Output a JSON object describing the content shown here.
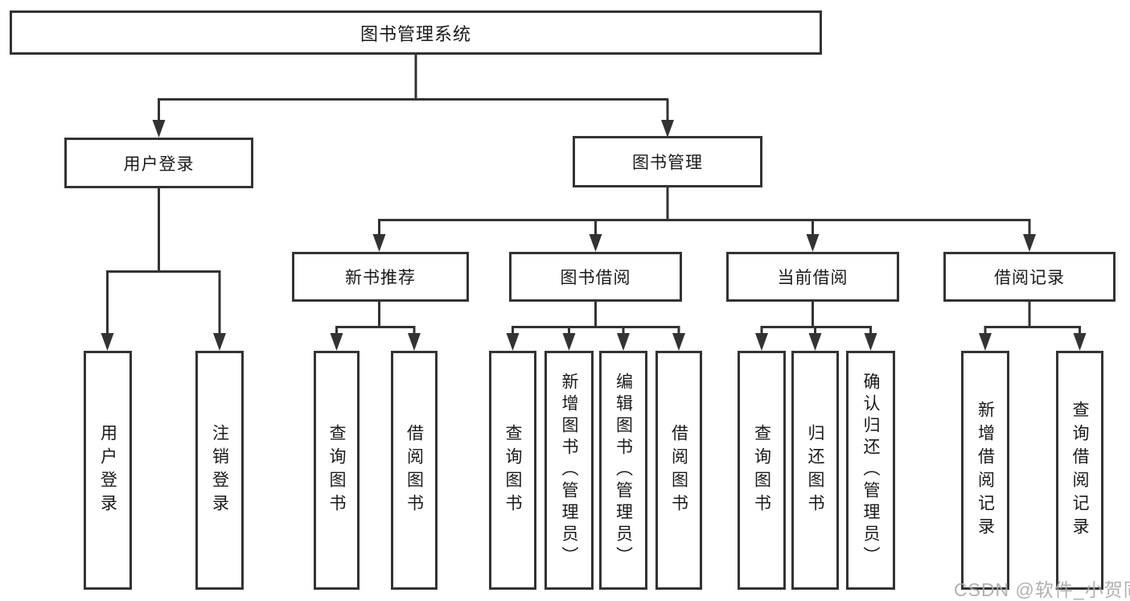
{
  "diagram_title": "图书管理系统",
  "tree": {
    "root": {
      "label": "图书管理系统"
    },
    "branches": [
      {
        "label": "用户登录",
        "children": [
          {
            "label": "用户登录"
          },
          {
            "label": "注销登录"
          }
        ]
      },
      {
        "label": "图书管理",
        "children": [
          {
            "label": "新书推荐",
            "children": [
              {
                "label": "查询图书"
              },
              {
                "label": "借阅图书"
              }
            ]
          },
          {
            "label": "图书借阅",
            "children": [
              {
                "label": "查询图书"
              },
              {
                "label": "新增图书（管理员）"
              },
              {
                "label": "编辑图书（管理员）"
              },
              {
                "label": "借阅图书"
              }
            ]
          },
          {
            "label": "当前借阅",
            "children": [
              {
                "label": "查询图书"
              },
              {
                "label": "归还图书"
              },
              {
                "label": "确认归还（管理员）"
              }
            ]
          },
          {
            "label": "借阅记录",
            "children": [
              {
                "label": "新增借阅记录"
              },
              {
                "label": "查询借阅记录"
              }
            ]
          }
        ]
      }
    ]
  },
  "watermark": {
    "text": "CSDN @软件_小贺同学"
  },
  "colors": {
    "line": "#333333",
    "box_border": "#333333",
    "box_background": "#ffffff",
    "text": "#1a1a1a",
    "watermark_text": "#a8a8a8"
  }
}
